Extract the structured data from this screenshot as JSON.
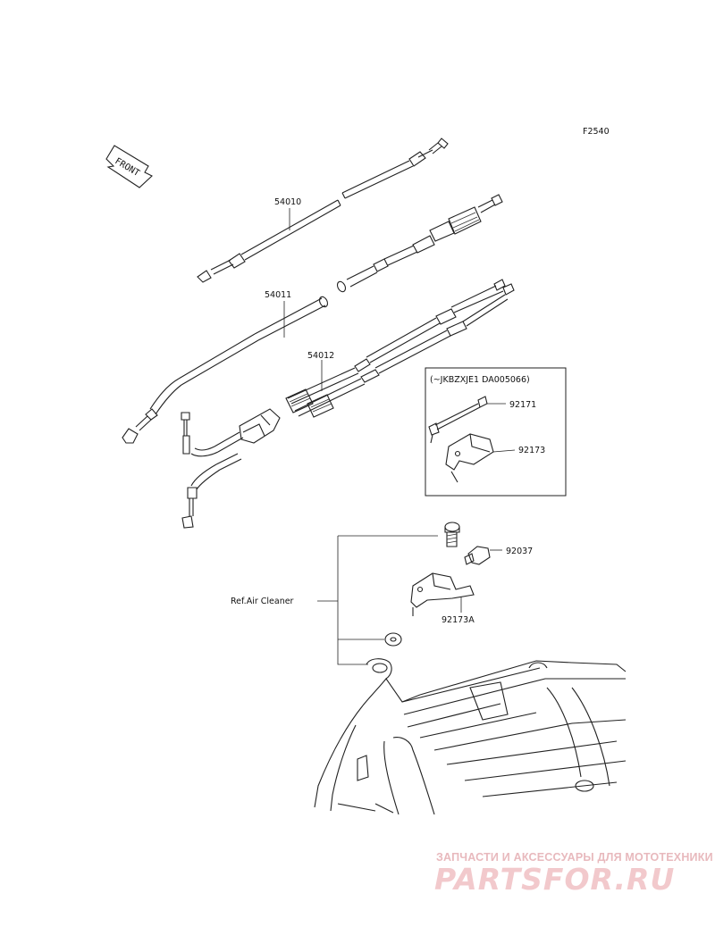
{
  "diagram": {
    "figure_code": "F2540",
    "front_sign": "FRONT",
    "reference_note": "Ref.Air Cleaner",
    "inset_note": "(~JKBZXJE1 DA005066)",
    "parts": [
      {
        "number": "54010"
      },
      {
        "number": "54011"
      },
      {
        "number": "54012"
      },
      {
        "number": "92171"
      },
      {
        "number": "92173"
      },
      {
        "number": "92037"
      },
      {
        "number": "92173A"
      }
    ]
  },
  "watermark": {
    "caption": "ЗАПЧАСТИ И АКСЕССУАРЫ ДЛЯ МОТОТЕХНИКИ",
    "logo": "PARTSFOR.RU"
  },
  "colors": {
    "line": "#222222",
    "watermark": "#f2c9cc"
  }
}
